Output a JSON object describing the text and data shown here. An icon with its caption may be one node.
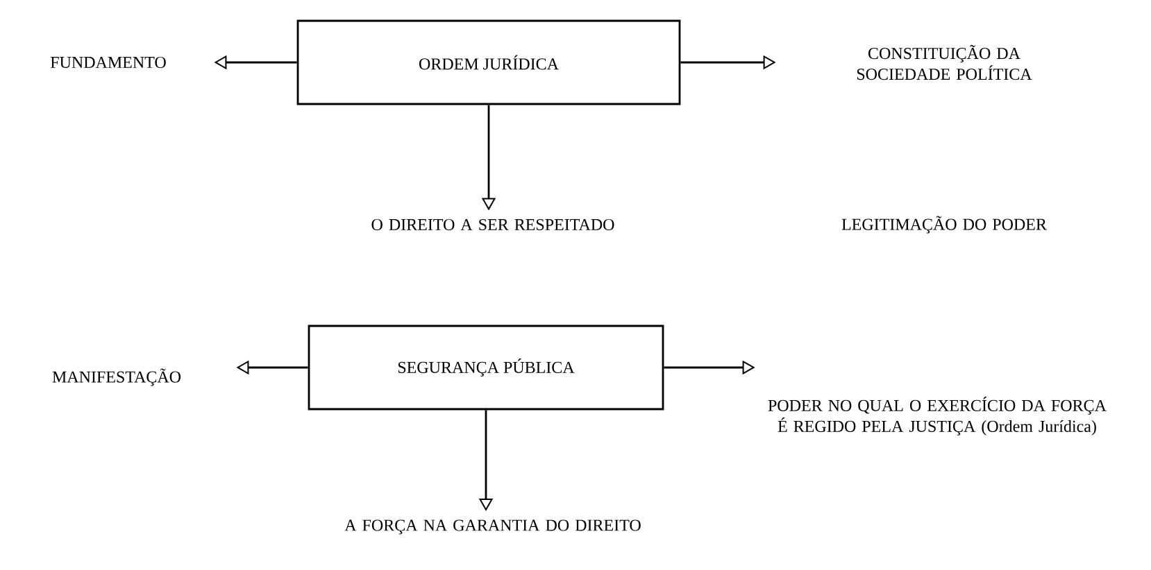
{
  "diagram": {
    "nodes": [
      {
        "text": [
          "ORDEM JURÍDICA"
        ]
      },
      {
        "text": [
          "FUNDAMENTO"
        ]
      },
      {
        "text": [
          "CONSTITUIÇÃO DA SOCIEDADE POLÍTICA"
        ]
      },
      {
        "text": [
          "O DIREITO A SER RESPEITADO"
        ]
      },
      {
        "text": [
          "SEGURANÇA PÚBLICA"
        ]
      },
      {
        "text": [
          "MANIFESTAÇÃO"
        ]
      },
      {
        "text": [
          "PODER NO QUAL O EXERCÍCIO DA FORÇA É REGIDO PELA JUSTIÇA (Ordem Jurídica)"
        ]
      },
      {
        "text": [
          "A FORÇA NA GARANTIA DO DIREITO"
        ]
      }
    ],
    "edges": [
      {
        "from": 0,
        "to": 1,
        "arrow": "to"
      },
      {
        "from": 0,
        "to": 2,
        "arrow": "to"
      },
      {
        "from": 0,
        "to": 3,
        "arrow": "to"
      },
      {
        "from": 4,
        "to": 5,
        "arrow": "to"
      },
      {
        "from": 4,
        "to": 6,
        "arrow": "to"
      },
      {
        "from": 4,
        "to": 7,
        "arrow": "to"
      }
    ],
    "labels": [
      "LEGITIMAÇÃO DO PODER"
    ]
  }
}
